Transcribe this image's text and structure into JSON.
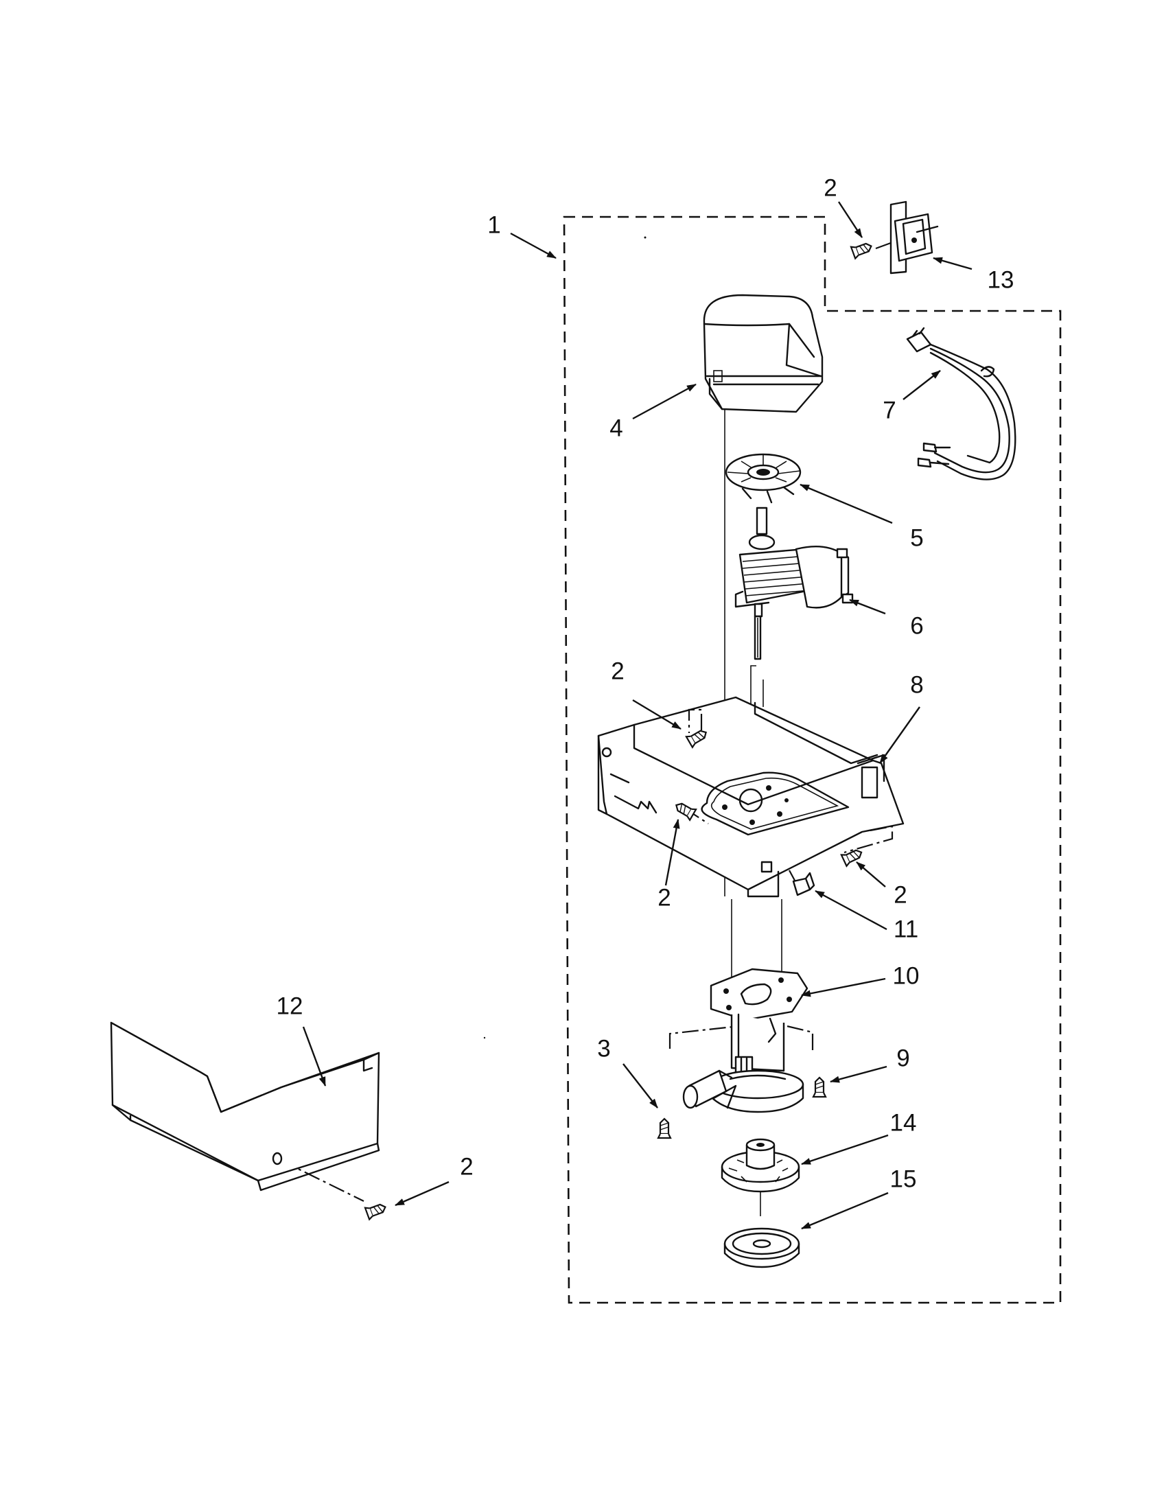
{
  "callouts": {
    "c1": "1",
    "c2_top": "2",
    "c13": "13",
    "c4": "4",
    "c7": "7",
    "c5": "5",
    "c6": "6",
    "c2_left": "2",
    "c8": "8",
    "c2_mid": "2",
    "c2_right": "2",
    "c11": "11",
    "c10": "10",
    "c3": "3",
    "c9": "9",
    "c12": "12",
    "c14": "14",
    "c15": "15",
    "c2_bottom": "2"
  },
  "icons": {
    "screw": "screw-icon",
    "arrow": "arrow-icon"
  },
  "colors": {
    "line": "#111111",
    "background": "#ffffff"
  }
}
